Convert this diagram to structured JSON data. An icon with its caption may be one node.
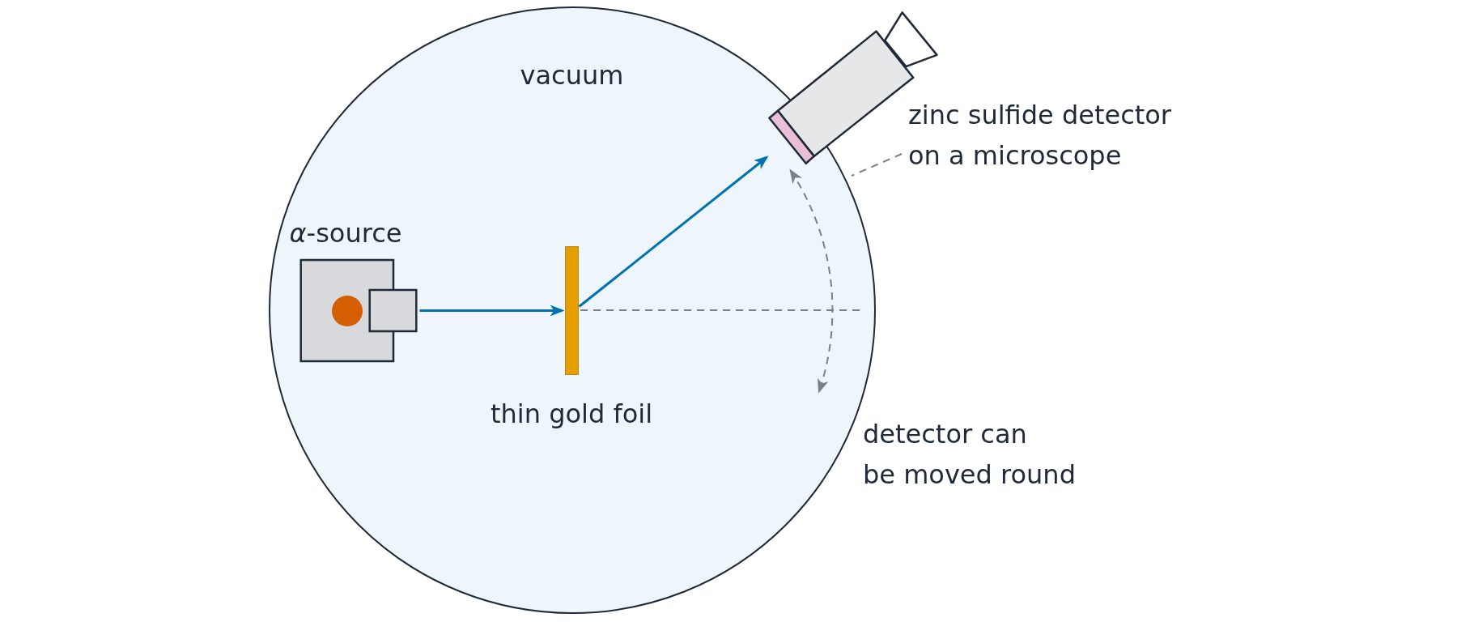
{
  "diagram": {
    "nodes": [
      {
        "text": [
          "vacuum"
        ]
      },
      {
        "text": [
          "*α*-source"
        ],
        "in": 0
      },
      {
        "text": [],
        "shape": "bar",
        "in": 0,
        "beside": [
          "thin gold foil"
        ]
      },
      {
        "text": [],
        "shape": "picture"
      },
      {
        "text": [
          "zinc sulfide detector on a microscope"
        ]
      }
    ],
    "edges": [
      {
        "from": 1,
        "to": 2,
        "arrow": "to"
      },
      {
        "from": 2,
        "to": 3,
        "arrow": "to"
      },
      {
        "from": 4,
        "to": 3,
        "arrow": "none",
        "style": "dashed",
        "color": "#7b7f86"
      }
    ],
    "labels": [
      "detector can be moved round"
    ]
  }
}
